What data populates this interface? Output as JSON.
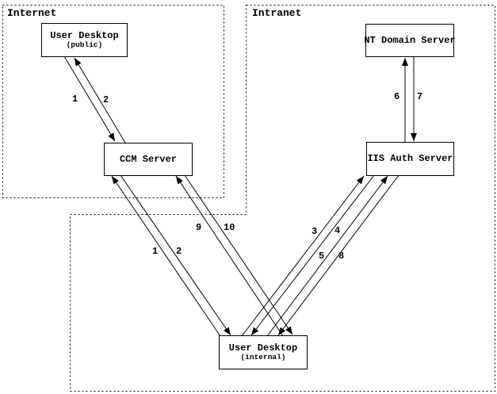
{
  "regions": [
    {
      "id": "internet",
      "label": "Internet"
    },
    {
      "id": "intranet",
      "label": "Intranet"
    }
  ],
  "nodes": [
    {
      "id": "user-desktop-public",
      "title": "User Desktop",
      "subtitle": "(public)"
    },
    {
      "id": "ccm-server",
      "title": "CCM Server"
    },
    {
      "id": "nt-domain-server",
      "title": "NT Domain Server"
    },
    {
      "id": "iis-auth-server",
      "title": "IIS Auth Server"
    },
    {
      "id": "user-desktop-internal",
      "title": "User Desktop",
      "subtitle": "(internal)"
    }
  ],
  "edges": [
    {
      "label": "1",
      "from": "user-desktop-public",
      "to": "ccm-server"
    },
    {
      "label": "2",
      "from": "ccm-server",
      "to": "user-desktop-public"
    },
    {
      "label": "1",
      "from": "user-desktop-internal",
      "to": "ccm-server"
    },
    {
      "label": "2",
      "from": "ccm-server",
      "to": "user-desktop-internal"
    },
    {
      "label": "9",
      "from": "user-desktop-internal",
      "to": "ccm-server"
    },
    {
      "label": "10",
      "from": "ccm-server",
      "to": "user-desktop-internal"
    },
    {
      "label": "3",
      "from": "user-desktop-internal",
      "to": "iis-auth-server"
    },
    {
      "label": "4",
      "from": "iis-auth-server",
      "to": "user-desktop-internal"
    },
    {
      "label": "5",
      "from": "user-desktop-internal",
      "to": "iis-auth-server"
    },
    {
      "label": "8",
      "from": "iis-auth-server",
      "to": "user-desktop-internal"
    },
    {
      "label": "6",
      "from": "iis-auth-server",
      "to": "nt-domain-server"
    },
    {
      "label": "7",
      "from": "nt-domain-server",
      "to": "iis-auth-server"
    }
  ],
  "colors": {
    "line": "#000000",
    "background": "#ffffff"
  }
}
